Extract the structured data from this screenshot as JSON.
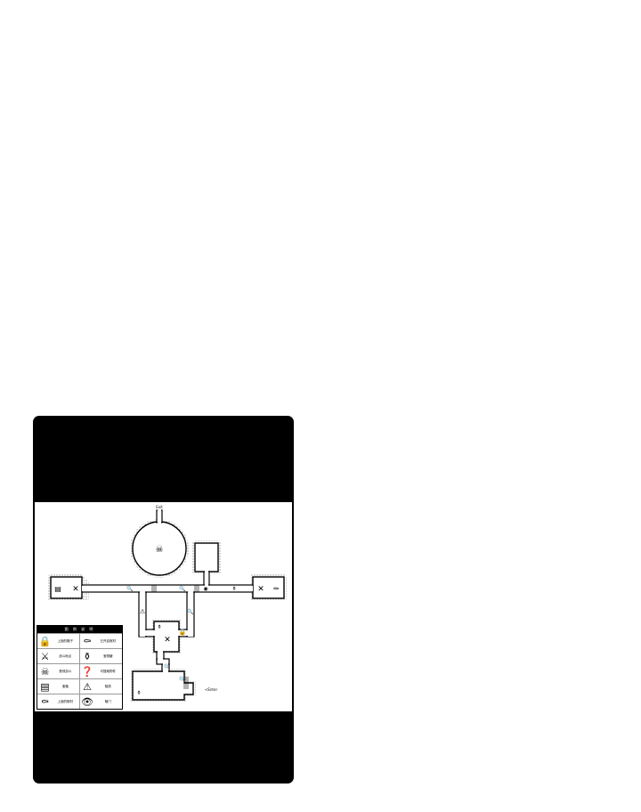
{
  "map": {
    "exit_label": "Exit",
    "entrance_label": "<Enter"
  },
  "legend": {
    "title": "图 例 说 明",
    "items": [
      {
        "icon": "lock-icon",
        "glyph": "🔒",
        "label": "上锁的箱子"
      },
      {
        "icon": "coffin-open-icon",
        "glyph": "⚰",
        "label": "已开启棺材"
      },
      {
        "icon": "crossed-swords-icon",
        "glyph": "⚔",
        "label": "战斗地点"
      },
      {
        "icon": "treasure-pot-icon",
        "glyph": "⚱",
        "label": "宝物罐"
      },
      {
        "icon": "skull-icon",
        "glyph": "☠",
        "label": "首领战斗"
      },
      {
        "icon": "question-search-icon",
        "glyph": "❓",
        "label": "可搜索物件"
      },
      {
        "icon": "chest-icon",
        "glyph": "▤",
        "label": "宝箱"
      },
      {
        "icon": "warning-icon",
        "glyph": "⚠",
        "label": "陷阱"
      },
      {
        "icon": "coffin-closed-icon",
        "glyph": "⚰",
        "label": "上锁的棺材"
      },
      {
        "icon": "eye-icon",
        "glyph": "👁",
        "label": "暗门"
      }
    ]
  }
}
